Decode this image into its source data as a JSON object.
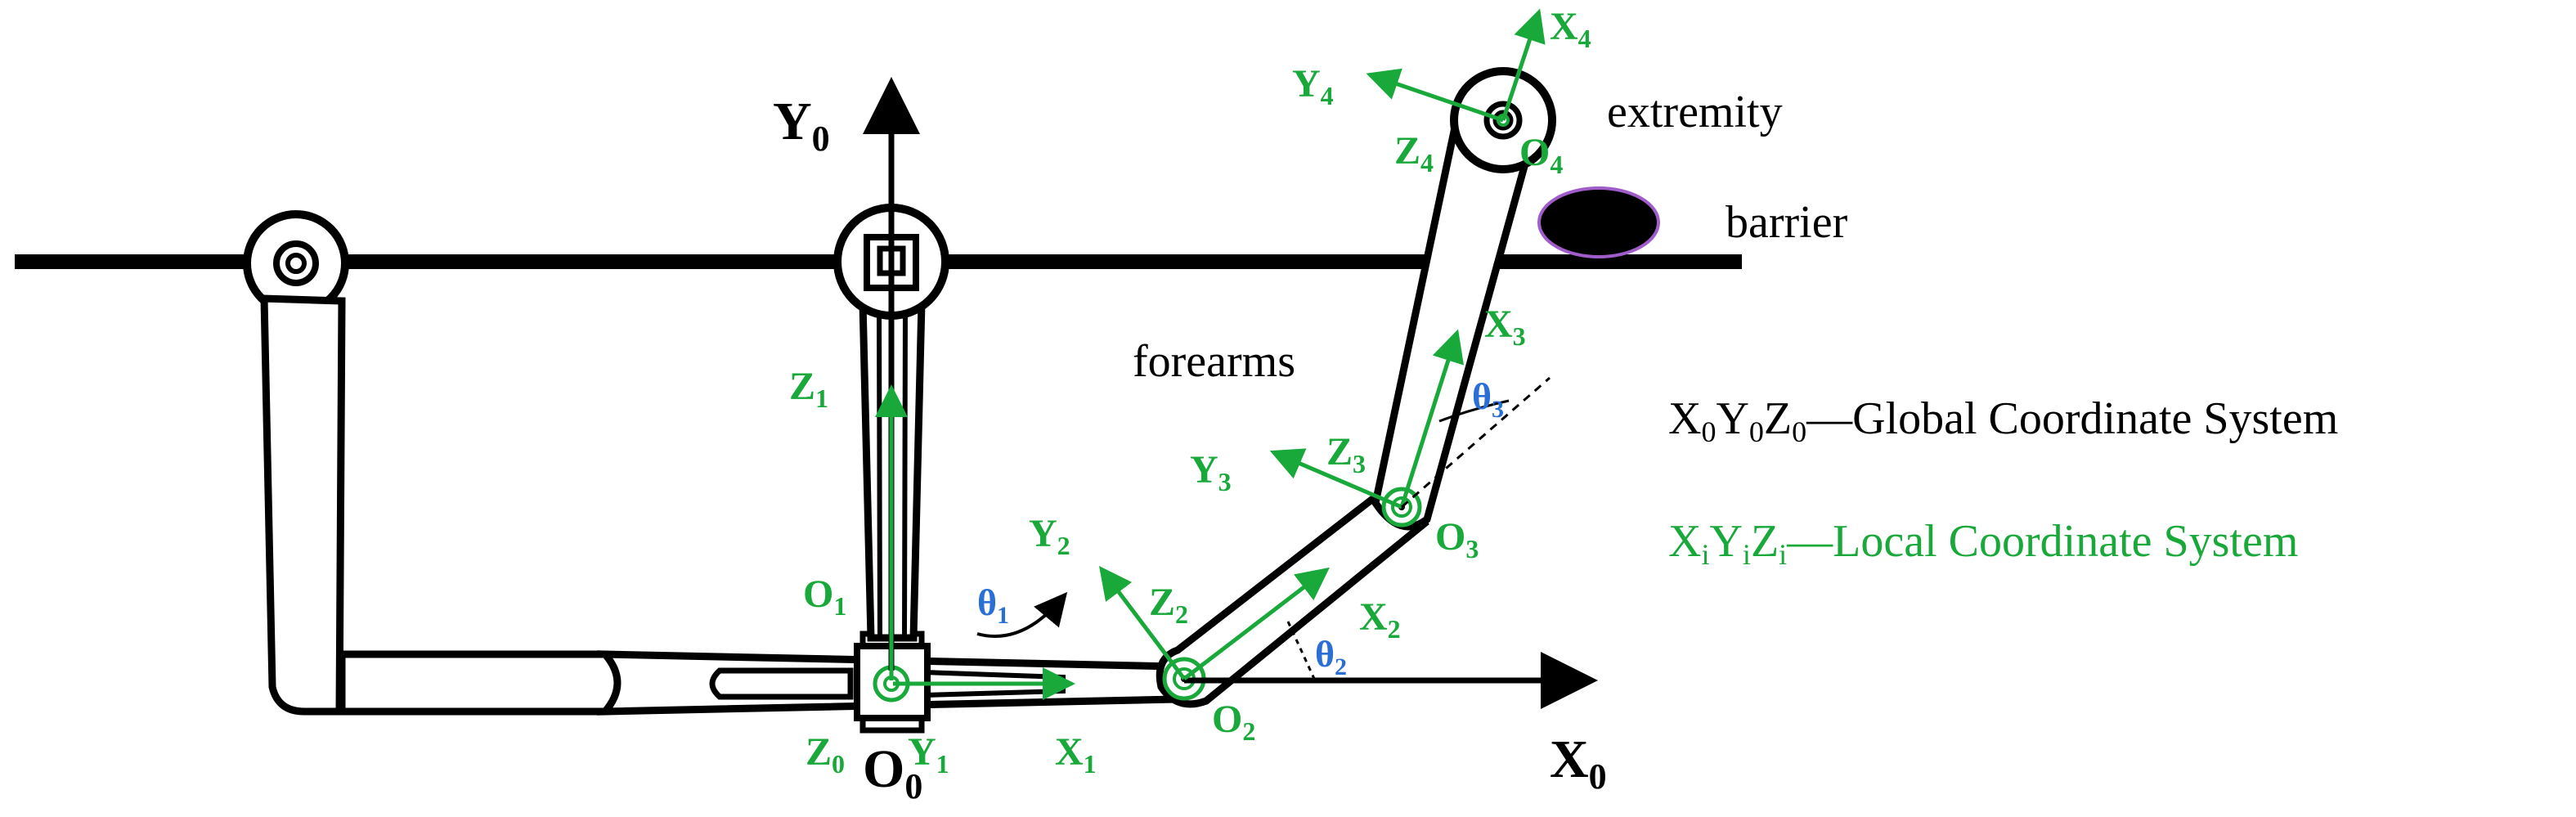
{
  "colors": {
    "structure": "#000000",
    "local_frame": "#19a83a",
    "angle": "#2a6fd6",
    "barrier_fill": "#000000",
    "barrier_outline": "#a05cc8"
  },
  "global_axes": {
    "y": {
      "main": "Y",
      "sub": "0"
    },
    "x": {
      "main": "X",
      "sub": "0"
    },
    "origin": {
      "main": "O",
      "sub": "0"
    }
  },
  "labels": {
    "extremity": "extremity",
    "barrier": "barrier",
    "forearms": "forearms"
  },
  "legend": {
    "global": {
      "parts": [
        {
          "main": "X",
          "sub": "0"
        },
        {
          "main": "Y",
          "sub": "0"
        },
        {
          "main": "Z",
          "sub": "0"
        }
      ],
      "text": "—Global Coordinate System"
    },
    "local": {
      "parts": [
        {
          "main": "X",
          "sub": "i"
        },
        {
          "main": "Y",
          "sub": "i"
        },
        {
          "main": "Z",
          "sub": "i"
        }
      ],
      "text": "—Local Coordinate System"
    }
  },
  "frame_labels": {
    "z1": {
      "main": "Z",
      "sub": "1"
    },
    "o1": {
      "main": "O",
      "sub": "1"
    },
    "z0": {
      "main": "Z",
      "sub": "0"
    },
    "y1": {
      "main": "Y",
      "sub": "1"
    },
    "x1": {
      "main": "X",
      "sub": "1"
    },
    "y2": {
      "main": "Y",
      "sub": "2"
    },
    "z2": {
      "main": "Z",
      "sub": "2"
    },
    "o2": {
      "main": "O",
      "sub": "2"
    },
    "x2": {
      "main": "X",
      "sub": "2"
    },
    "y3": {
      "main": "Y",
      "sub": "3"
    },
    "z3": {
      "main": "Z",
      "sub": "3"
    },
    "o3": {
      "main": "O",
      "sub": "3"
    },
    "x3": {
      "main": "X",
      "sub": "3"
    },
    "y4": {
      "main": "Y",
      "sub": "4"
    },
    "x4": {
      "main": "X",
      "sub": "4"
    },
    "z4": {
      "main": "Z",
      "sub": "4"
    },
    "o4": {
      "main": "O",
      "sub": "4"
    }
  },
  "angles": {
    "theta1": {
      "main": "θ",
      "sub": "1"
    },
    "theta2": {
      "main": "θ",
      "sub": "2"
    },
    "theta3": {
      "main": "θ",
      "sub": "3"
    }
  }
}
